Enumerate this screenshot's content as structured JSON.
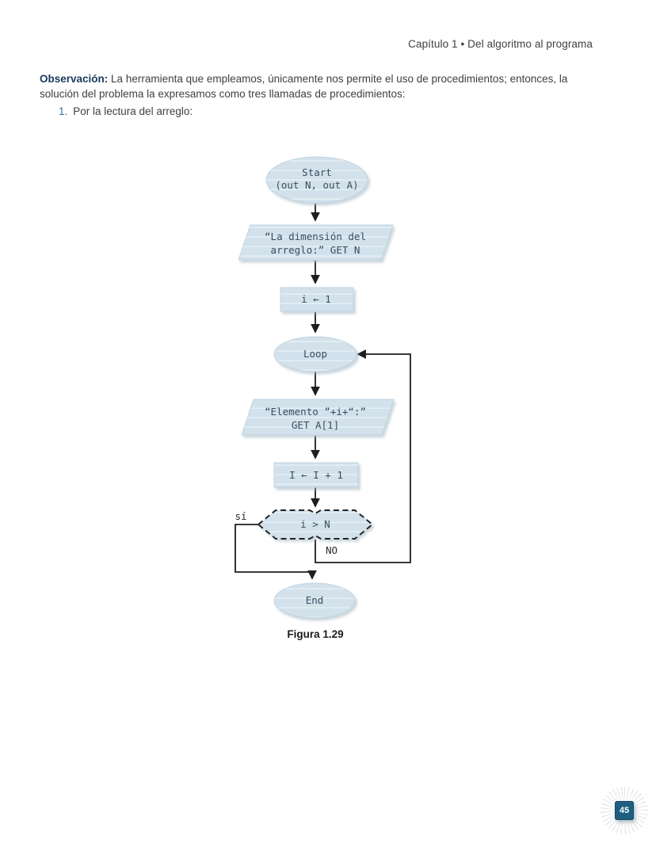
{
  "page": {
    "header": "Capítulo 1 • Del algoritmo al programa",
    "page_number": "45"
  },
  "observation": {
    "label": "Observación:",
    "text": "La herramienta que empleamos, únicamente nos permite el uso de procedimientos; entonces, la solución del problema la expresamos como tres llamadas de procedimientos:",
    "item_number": "1.",
    "item_text": "Por la lectura del arreglo:"
  },
  "flowchart": {
    "caption": "Figura 1.29",
    "nodes": {
      "start": {
        "line1": "Start",
        "line2": "(out N, out A)"
      },
      "read_n": {
        "line1": "“La dimensión del",
        "line2": "arreglo:” GET N"
      },
      "init": {
        "text": "i ← 1"
      },
      "loop": {
        "text": "Loop"
      },
      "read_elem": {
        "line1": "“Elemento ”+i+“:”",
        "line2": "GET A[1]"
      },
      "increment": {
        "text": "I ← I + 1"
      },
      "decision": {
        "text": "i > N"
      },
      "end": {
        "text": "End"
      }
    },
    "labels": {
      "yes": "sí",
      "no": "NO"
    },
    "colors": {
      "shape_fill": "#d2e1eb",
      "shape_outline": "#c3d5e1",
      "connector": "#1e1e1e",
      "shape_text": "#3b4d5d",
      "accent_navy": "#183a5e",
      "item_blue": "#2f73a6",
      "badge_teal": "#1e5e81"
    }
  }
}
